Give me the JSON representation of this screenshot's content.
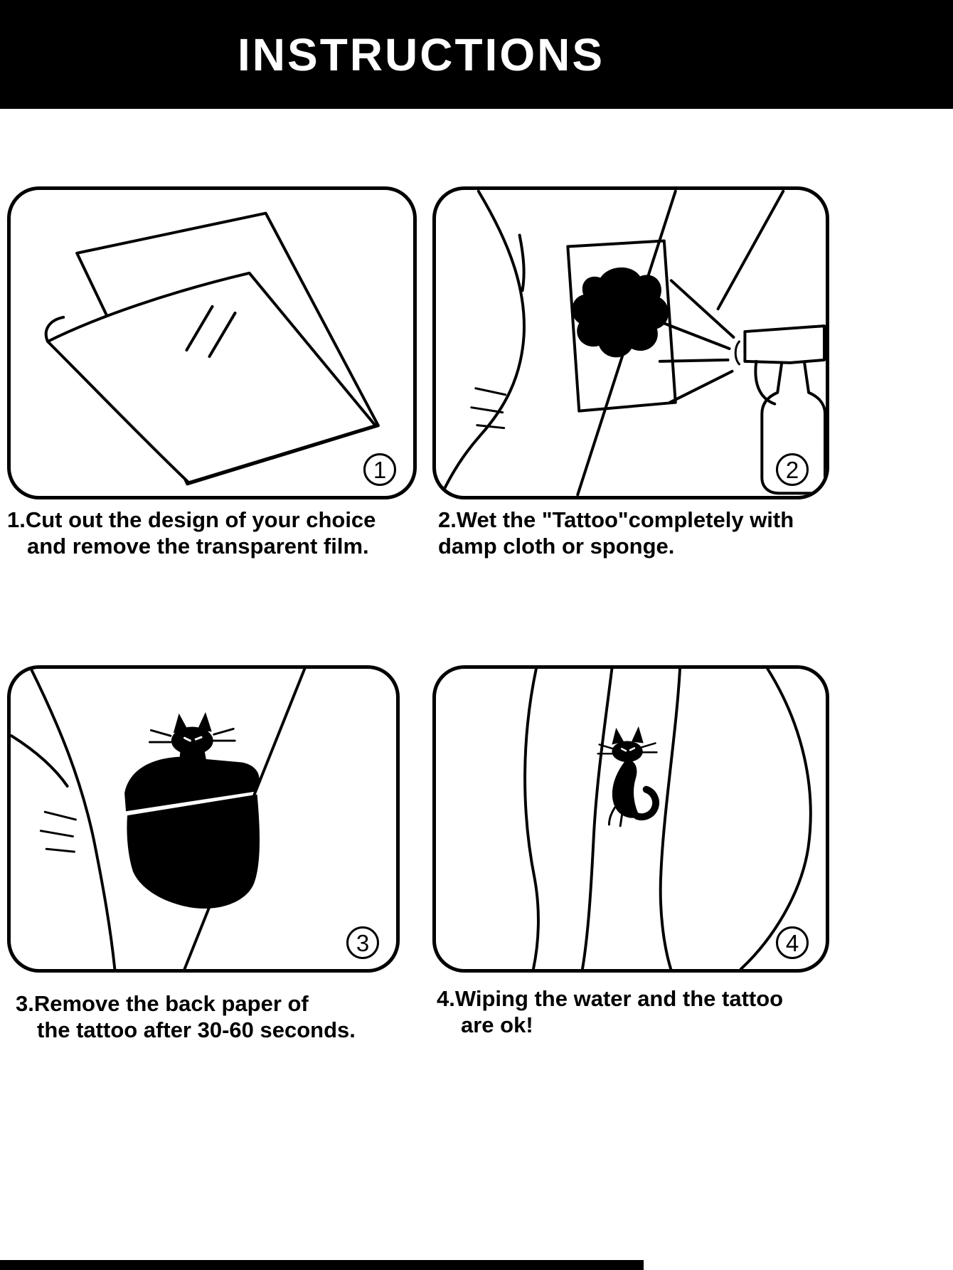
{
  "header": {
    "title": "INSTRUCTIONS"
  },
  "colors": {
    "ink": "#000000",
    "background": "#ffffff",
    "header_bg": "#000000",
    "header_text": "#ffffff"
  },
  "steps": [
    {
      "badge": "1",
      "line1": "1.Cut out the design of your choice",
      "line2": "and remove the transparent film.",
      "illustration": "sheet-with-transparent-film-peeled-icon"
    },
    {
      "badge": "2",
      "line1": "2.Wet the \"Tattoo\"completely with",
      "line2": "damp cloth or sponge.",
      "illustration": "arm-tattoo-sprayed-with-spray-bottle-icon"
    },
    {
      "badge": "3",
      "line1": "3.Remove the back paper of",
      "line2": "the tattoo after 30-60 seconds.",
      "illustration": "peeling-back-paper-revealing-cat-tattoo-icon"
    },
    {
      "badge": "4",
      "line1": "4.Wiping the water and the tattoo",
      "line2": "are ok!",
      "illustration": "finished-cat-tattoo-on-leg-icon"
    }
  ]
}
